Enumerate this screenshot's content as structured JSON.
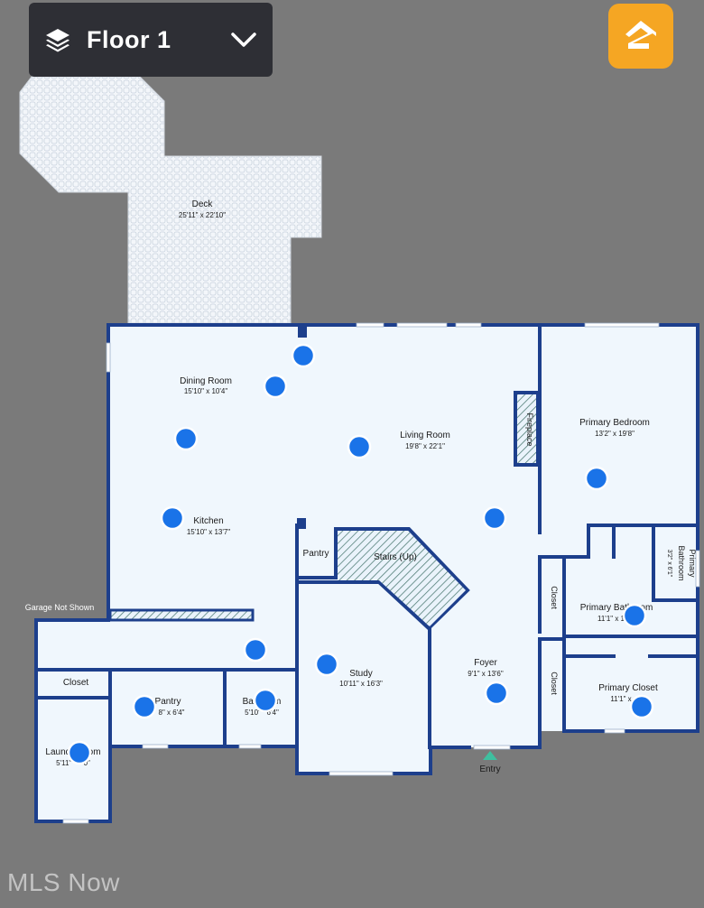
{
  "floor_selector": {
    "label": "Floor 1",
    "icon": "layers-icon",
    "expand_icon": "chevron-down-icon"
  },
  "brand": {
    "icon": "zillow-logo-icon",
    "color": "#f5a623"
  },
  "watermark": "MLS Now",
  "colors": {
    "background": "#7a7a7a",
    "room_fill": "#f0f7fd",
    "wall": "#1d3f8c",
    "deck_fill": "#f3f6fa",
    "hotspot": "#1a73e8",
    "entry_marker": "#3fbf9f"
  },
  "rooms": {
    "deck": {
      "name": "Deck",
      "dims": "25'11\" x 22'10\""
    },
    "dining_room": {
      "name": "Dining Room",
      "dims": "15'10\" x 10'4\""
    },
    "living_room": {
      "name": "Living Room",
      "dims": "19'8\" x 22'1\""
    },
    "primary_bedroom": {
      "name": "Primary Bedroom",
      "dims": "13'2\" x 19'8\""
    },
    "kitchen": {
      "name": "Kitchen",
      "dims": "15'10\" x 13'7\""
    },
    "fireplace": {
      "name": "Fireplace"
    },
    "pantry_small": {
      "name": "Pantry"
    },
    "stairs": {
      "name": "Stairs (Up)"
    },
    "primary_bathroom_small": {
      "line1": "Primary",
      "line2": "Bathroom",
      "dims": "3'2\" x 6'1\""
    },
    "closet_mid": {
      "name": "Closet"
    },
    "closet_lower": {
      "name": "Closet"
    },
    "primary_bathroom": {
      "name": "Primary Bathroom",
      "dims": "11'1\" x 1"
    },
    "study": {
      "name": "Study",
      "dims": "10'11\" x 16'3\""
    },
    "foyer": {
      "name": "Foyer",
      "dims": "9'1\" x 13'6\""
    },
    "primary_closet": {
      "name": "Primary Closet",
      "dims": "11'1\" x"
    },
    "closet_left": {
      "name": "Closet"
    },
    "pantry": {
      "name": "Pantry",
      "dims": "8\" x 6'4\""
    },
    "bathroom": {
      "name": "Bat     om",
      "dims": "5'10\"   6'4\""
    },
    "laundry": {
      "name": "Laund     oom",
      "dims": "5'11\"      0\""
    }
  },
  "labels": {
    "garage": "Garage Not Shown",
    "entry": "Entry"
  }
}
